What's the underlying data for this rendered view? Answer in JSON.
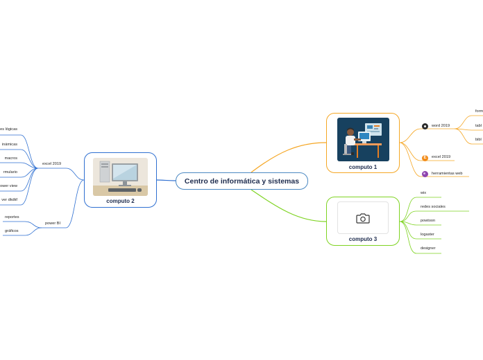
{
  "central": {
    "label": "Centro de informática y sistemas"
  },
  "computo1": {
    "label": "computo 1",
    "items": [
      {
        "label": "word 2019",
        "icon": "dark-circle-icon",
        "subitems": [
          "form",
          "tabl",
          "bibl"
        ]
      },
      {
        "label": "excel 2019",
        "icon": "excel-e-icon",
        "icon_text": "E"
      },
      {
        "label": "herramientas web",
        "icon": "purple-circle-icon"
      }
    ]
  },
  "computo2": {
    "label": "computo 2",
    "items": [
      {
        "label": "excel 2019",
        "subitems": [
          "es lógicas",
          "inámicas",
          "macros",
          "rmulario",
          "ower view",
          "ver dkdkf"
        ]
      },
      {
        "label": "power BI",
        "subitems": [
          "reportes",
          "gráficos"
        ]
      }
    ]
  },
  "computo3": {
    "label": "computo 3",
    "items": [
      "wix",
      "redes sociales",
      "powtoon",
      "logaster",
      "designer"
    ]
  },
  "colors": {
    "central": "#4a88c2",
    "computo1": "#f5a623",
    "computo2": "#2e6fd1",
    "computo3": "#7ed321"
  }
}
